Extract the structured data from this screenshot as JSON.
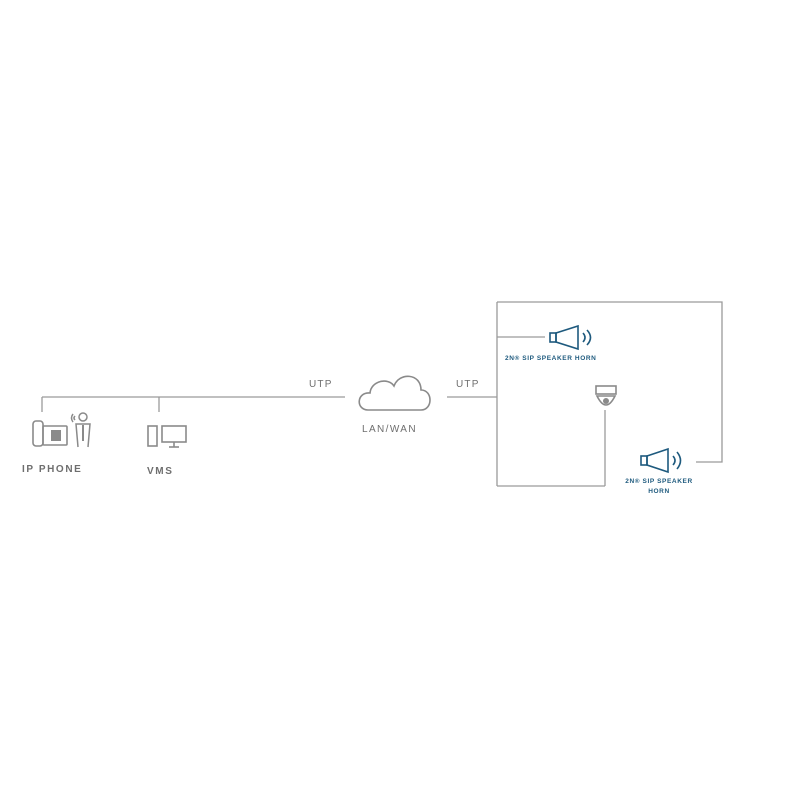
{
  "diagram": {
    "labels": {
      "ip_phone": "IP PHONE",
      "vms": "VMS",
      "utp_left": "UTP",
      "utp_right": "UTP",
      "lan_wan": "LAN/WAN",
      "horn_top": "2N® SIP SPEAKER HORN",
      "horn_bottom_line1": "2N® SIP SPEAKER",
      "horn_bottom_line2": "HORN"
    },
    "icons": {
      "ip_phone": "ip-phone-icon",
      "person": "person-with-headset-icon",
      "vms": "vms-computer-icon",
      "cloud": "cloud-icon",
      "camera": "dome-camera-icon",
      "horn": "speaker-horn-icon"
    },
    "colors": {
      "line": "#9a9a9a",
      "icon_gray": "#8a8a8a",
      "text_gray": "#6e6e6e",
      "accent_blue": "#1e5a7e"
    }
  }
}
